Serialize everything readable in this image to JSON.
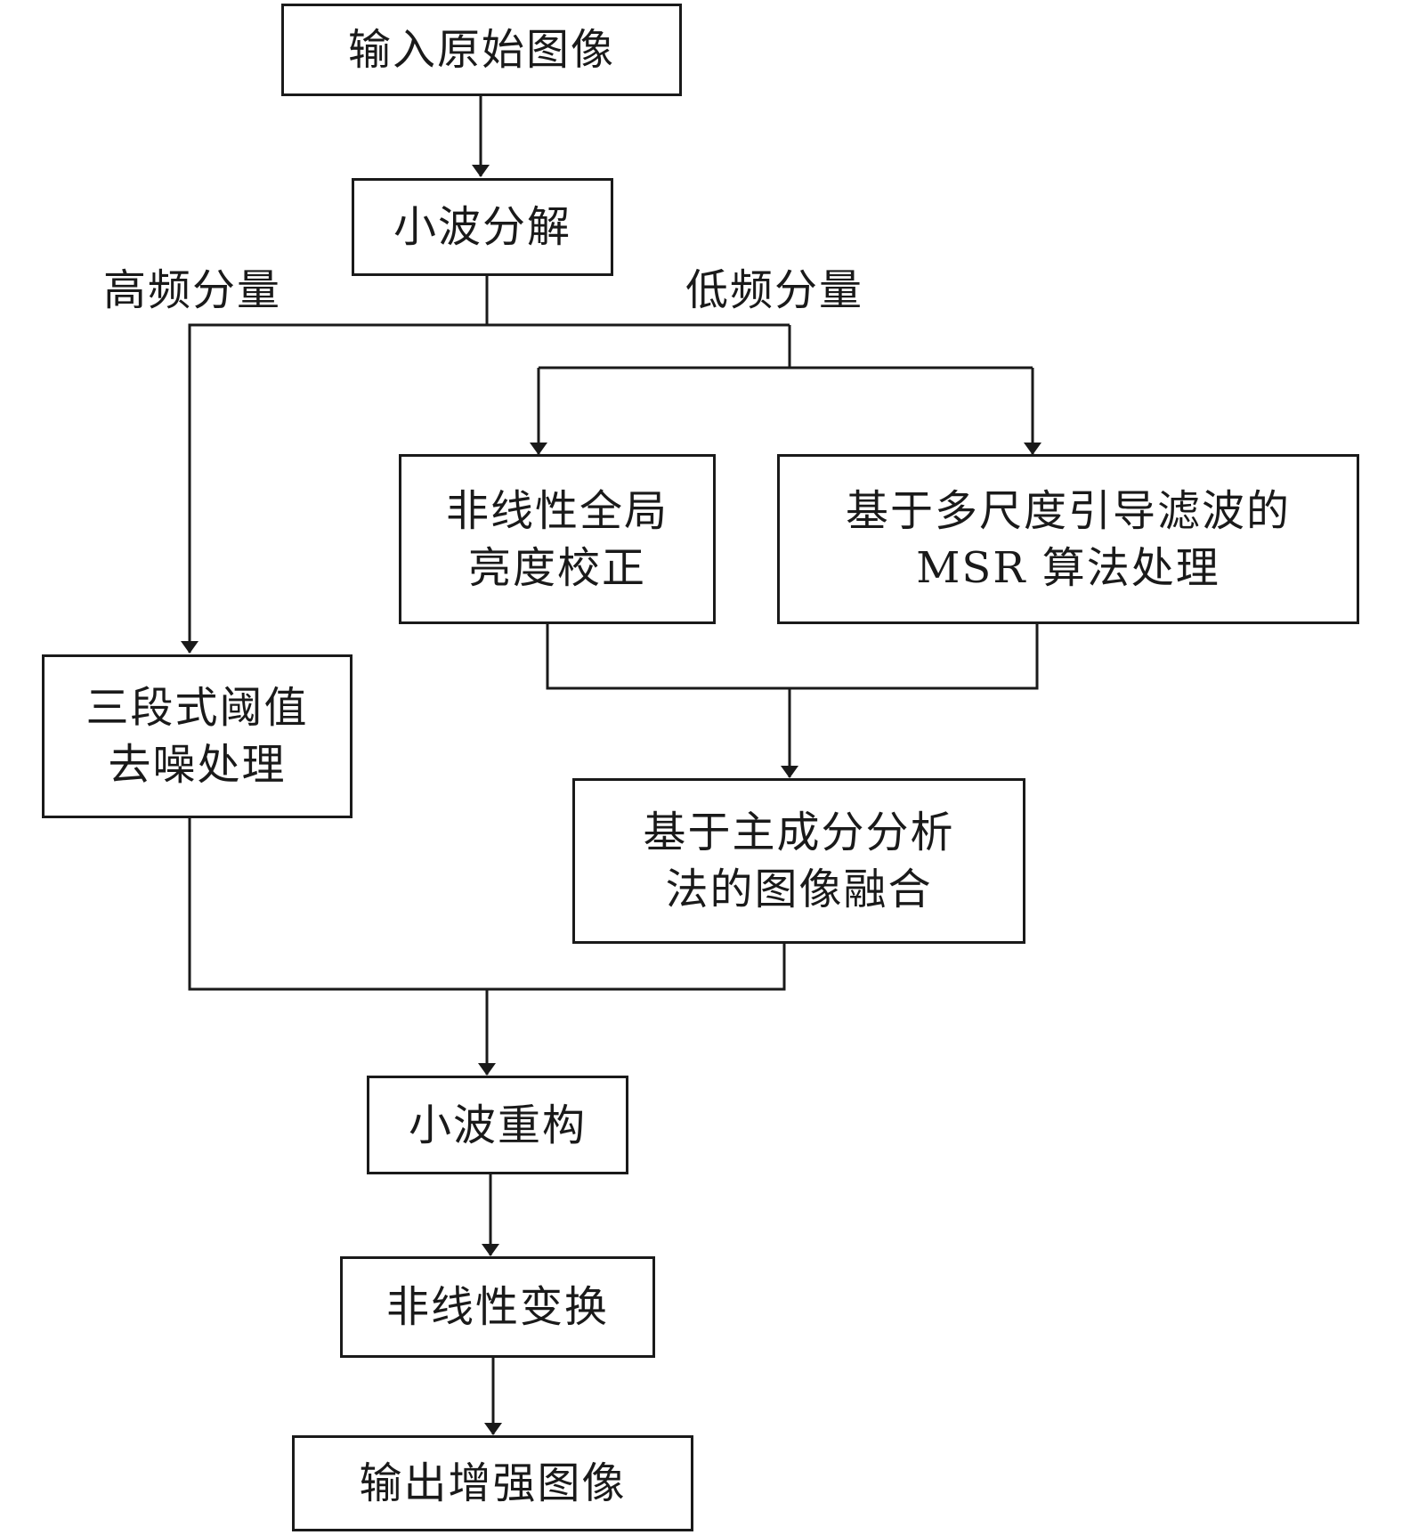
{
  "nodes": {
    "input": {
      "lines": [
        "输入原始图像"
      ]
    },
    "dwt": {
      "lines": [
        "小波分解"
      ]
    },
    "gamma": {
      "lines": [
        "非线性全局",
        "亮度校正"
      ]
    },
    "msr": {
      "lines": [
        "基于多尺度引导滤波的",
        "MSR 算法处理"
      ]
    },
    "denoise": {
      "lines": [
        "三段式阈值",
        "去噪处理"
      ]
    },
    "pca": {
      "lines": [
        "基于主成分分析",
        "法的图像融合"
      ]
    },
    "idwt": {
      "lines": [
        "小波重构"
      ]
    },
    "nonlin": {
      "lines": [
        "非线性变换"
      ]
    },
    "output": {
      "lines": [
        "输出增强图像"
      ]
    }
  },
  "labels": {
    "high_freq": "高频分量",
    "low_freq": "低频分量"
  },
  "edges": [
    {
      "from": "input",
      "to": "dwt"
    },
    {
      "from": "dwt",
      "to": "denoise",
      "label": "high_freq"
    },
    {
      "from": "dwt",
      "to": "gamma",
      "label": "low_freq"
    },
    {
      "from": "dwt",
      "to": "msr",
      "label": "low_freq"
    },
    {
      "from": "gamma",
      "to": "pca"
    },
    {
      "from": "msr",
      "to": "pca"
    },
    {
      "from": "denoise",
      "to": "idwt"
    },
    {
      "from": "pca",
      "to": "idwt"
    },
    {
      "from": "idwt",
      "to": "nonlin"
    },
    {
      "from": "nonlin",
      "to": "output"
    }
  ]
}
